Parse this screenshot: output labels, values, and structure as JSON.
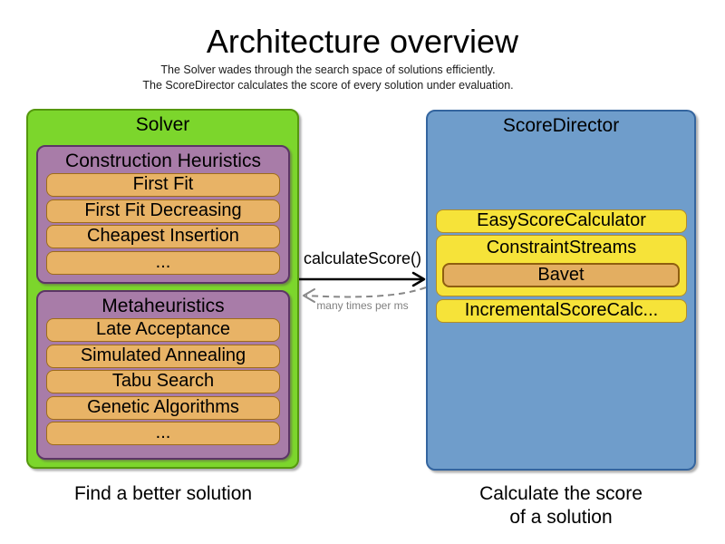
{
  "title": "Architecture overview",
  "subtitle": {
    "line1": "The Solver wades through the search space of solutions efficiently.",
    "line2": "The ScoreDirector calculates the score of every solution under evaluation."
  },
  "solver": {
    "label": "Solver",
    "caption": "Find a better solution",
    "construction": {
      "label": "Construction Heuristics",
      "items": [
        "First Fit",
        "First Fit Decreasing",
        "Cheapest Insertion",
        "..."
      ]
    },
    "metaheuristics": {
      "label": "Metaheuristics",
      "items": [
        "Late Acceptance",
        "Simulated Annealing",
        "Tabu Search",
        "Genetic Algorithms",
        "..."
      ]
    }
  },
  "score_director": {
    "label": "ScoreDirector",
    "caption_line1": "Calculate the score",
    "caption_line2": "of a solution",
    "calculators": {
      "easy": "EasyScoreCalculator",
      "constraint_streams": "ConstraintStreams",
      "bavet": "Bavet",
      "incremental": "IncrementalScoreCalc..."
    }
  },
  "arrow": {
    "label": "calculateScore()",
    "sublabel": "many times per ms"
  },
  "colors": {
    "solver_fill": "#7cd62c",
    "solver_border": "#55980e",
    "group_fill": "#a87ca8",
    "group_border": "#5c3566",
    "item_fill": "#e8b366",
    "item_border": "#9e6c1a",
    "director_fill": "#6f9dcb",
    "director_border": "#34659f",
    "calculator_fill": "#f6e339",
    "calculator_border": "#b28d27",
    "bavet_fill": "#e3ae61",
    "bavet_border": "#8f5e10",
    "solid_arrow": "#000000",
    "dashed_arrow": "#888888"
  }
}
